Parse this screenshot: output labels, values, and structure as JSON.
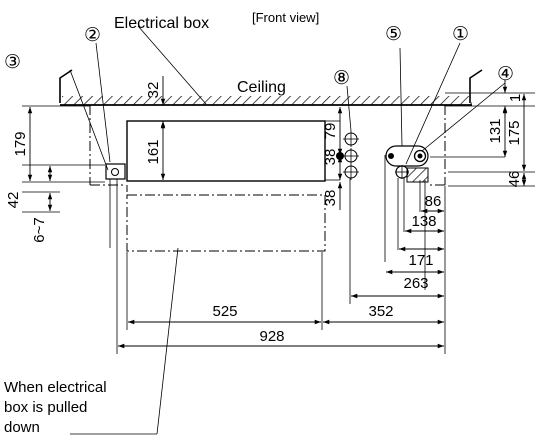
{
  "labels": {
    "electrical_box": "Electrical box",
    "front_view": "[Front view]",
    "ceiling": "Ceiling",
    "pulled_down_line1": "When electrical",
    "pulled_down_line2": "box is pulled",
    "pulled_down_line3": "down"
  },
  "callouts": {
    "c1": "①",
    "c2": "②",
    "c3": "③",
    "c4": "④",
    "c5": "⑤",
    "c8": "⑧"
  },
  "dimensions": {
    "d32": "32",
    "d161": "161",
    "d179": "179",
    "d42": "42",
    "d6_7": "6~7",
    "d79": "79",
    "d38a": "38",
    "d38b": "38",
    "d1": "1",
    "d131": "131",
    "d175": "175",
    "d46": "46",
    "d86": "86",
    "d138": "138",
    "d171": "171",
    "d263": "263",
    "d352": "352",
    "d525": "525",
    "d928": "928"
  }
}
